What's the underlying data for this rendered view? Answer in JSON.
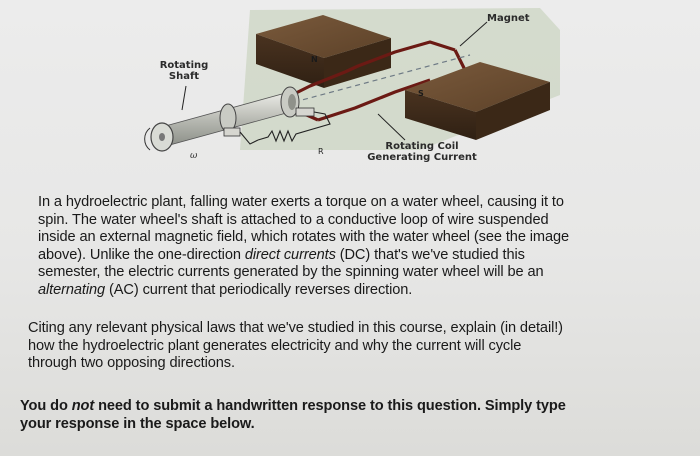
{
  "figure": {
    "labels": {
      "magnet": "Magnet",
      "rotating_shaft_line1": "Rotating",
      "rotating_shaft_line2": "Shaft",
      "rotating_coil_line1": "Rotating Coil",
      "rotating_coil_line2": "Generating Current",
      "north_pole": "N",
      "south_pole": "S",
      "resistor": "R",
      "omega": "ω"
    }
  },
  "paragraph1": {
    "line1": "In a hydroelectric plant, falling water exerts a torque on a water wheel, causing it to",
    "line2": "spin.  The water wheel's shaft is attached to a conductive loop of wire suspended",
    "line3": "inside an external magnetic field, which rotates with the water wheel (see the image",
    "line4": "above).  Unlike the one-direction ",
    "line4_em": "direct currents",
    "line4_end": " (DC) that's we've studied this",
    "line5": "semester, the electric currents generated by the spinning water wheel will be an",
    "line6_em": "alternating",
    "line6_end": " (AC) current that periodically reverses direction."
  },
  "paragraph2": {
    "line1": "Citing any relevant physical laws that we've studied in this course, explain (in detail!)",
    "line2": "how the hydroelectric plant generates electricity and why the current will cycle",
    "line3": "through two opposing directions."
  },
  "paragraph3": {
    "line1_start": "You do ",
    "line1_em": "not",
    "line1_end": " need to submit a handwritten response to this question.  Simply type",
    "line2": "your response in the space below."
  }
}
